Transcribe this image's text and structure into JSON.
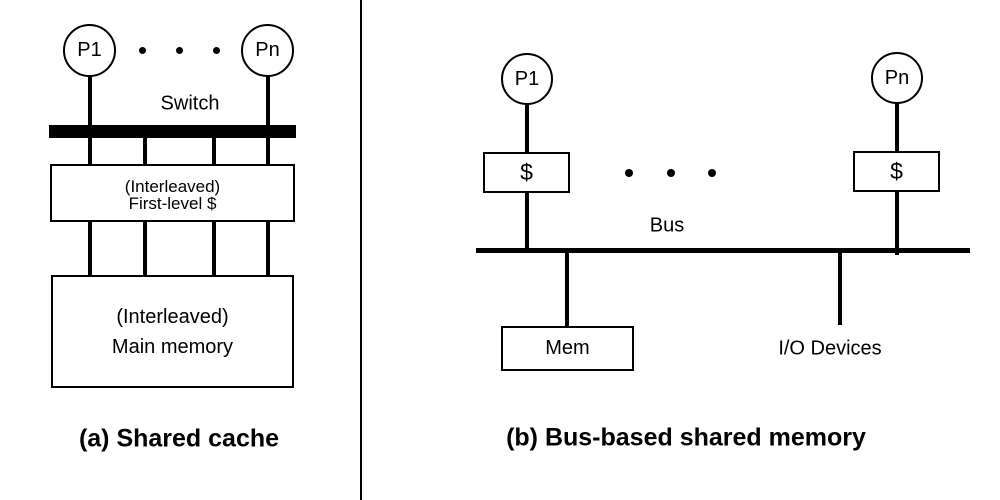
{
  "colors": {
    "ink": "#000000",
    "background": "#ffffff"
  },
  "panel_a": {
    "processor_first": "P1",
    "processor_last": "Pn",
    "switch_label": "Switch",
    "l1_cache": {
      "line1": "(Interleaved)",
      "line2": "First-level $"
    },
    "main_memory": {
      "line1": "(Interleaved)",
      "line2": "Main memory"
    },
    "caption": "(a) Shared cache"
  },
  "panel_b": {
    "processor_first": "P1",
    "processor_last": "Pn",
    "cache_left": "$",
    "cache_right": "$",
    "bus_label": "Bus",
    "memory_label": "Mem",
    "io_label": "I/O Devices",
    "caption": "(b) Bus-based shared memory"
  }
}
